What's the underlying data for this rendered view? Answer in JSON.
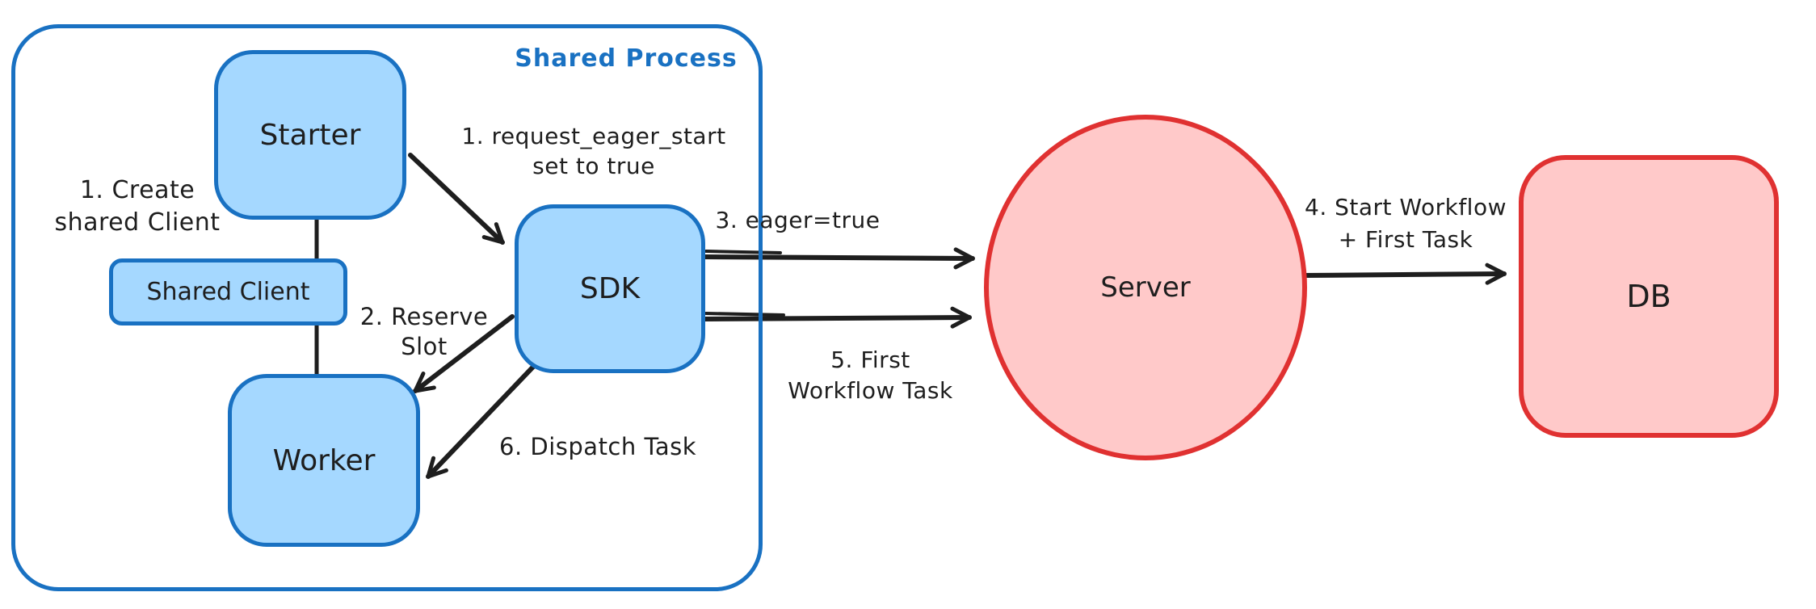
{
  "diagram": {
    "container": {
      "label": "Shared Process"
    },
    "nodes": [
      {
        "id": "starter",
        "label": "Starter"
      },
      {
        "id": "shared-client",
        "label": "Shared Client"
      },
      {
        "id": "worker",
        "label": "Worker"
      },
      {
        "id": "sdk",
        "label": "SDK"
      },
      {
        "id": "server",
        "label": "Server"
      },
      {
        "id": "db",
        "label": "DB"
      }
    ],
    "annotations": {
      "create_client": {
        "line1": "1. Create",
        "line2": "shared Client"
      },
      "request_eager": {
        "line1": "1. request_eager_start",
        "line2": "set to true"
      },
      "reserve_slot": {
        "line1": "2. Reserve",
        "line2": "Slot"
      },
      "dispatch_task": {
        "line1": "6. Dispatch Task"
      },
      "eager_true": {
        "line1": "3. eager=true"
      },
      "first_wft": {
        "line1": "5. First",
        "line2": "Workflow Task"
      },
      "start_workflow": {
        "line1": "4. Start Workflow",
        "line2": "+ First Task"
      }
    },
    "colors": {
      "blue_stroke": "#1971c2",
      "blue_fill": "#a5d8ff",
      "red_stroke": "#e03131",
      "red_fill": "#ffc9c9",
      "ink": "#1e1e1e",
      "container_label": "#1971c2"
    }
  }
}
